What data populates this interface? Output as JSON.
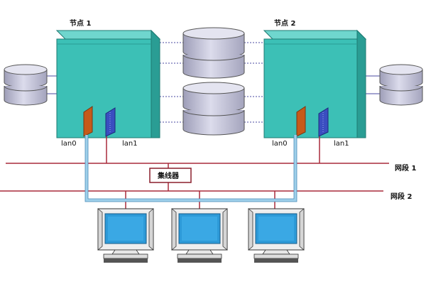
{
  "nodes": [
    {
      "label": "节点 1",
      "port_a": "lan0",
      "port_b": "lan1"
    },
    {
      "label": "节点 2",
      "port_a": "lan0",
      "port_b": "lan1"
    }
  ],
  "hub": {
    "label": "集线器"
  },
  "segments": [
    {
      "label": "网段 1"
    },
    {
      "label": "网段 2"
    }
  ],
  "colors": {
    "server_face": "#3cc0b6",
    "server_top": "#6fd6ce",
    "server_side": "#2a9d94",
    "segment_line": "#a82a3a",
    "cable": "#9fd0ea",
    "disk": "#c8c8dc",
    "monitor_screen": "#2d9ad8",
    "monitor_body": "#eeeeee",
    "nic_orange": "#c65a1a",
    "nic_blue": "#3a4ec0"
  },
  "icons": [
    "disk-icon",
    "server-icon",
    "nic-icon",
    "hub-icon",
    "monitor-icon"
  ]
}
